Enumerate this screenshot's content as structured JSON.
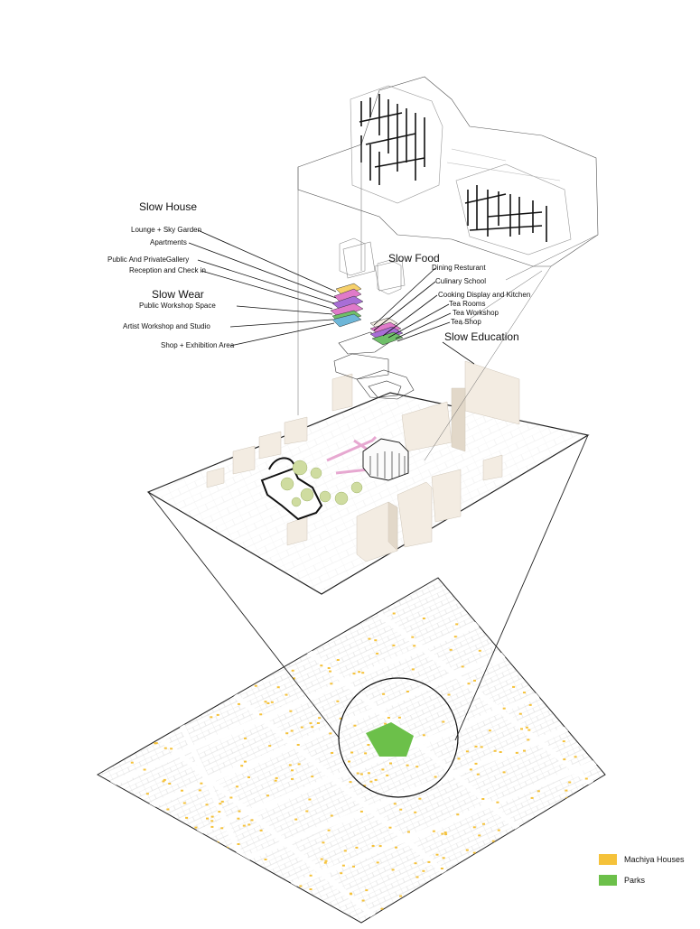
{
  "groups": [
    {
      "title": "Slow House",
      "items": [
        "Lounge + Sky Garden",
        "Apartments",
        "Public And PrivateGallery",
        "Reception and Check in"
      ]
    },
    {
      "title": "Slow Wear",
      "items": [
        "Public Workshop Space",
        "Artist Workshop and Studio",
        "Shop + Exhibition Area"
      ]
    },
    {
      "title": "Slow Food",
      "items": [
        "Dining Resturant",
        "Culinary School",
        "Cooking Display and Kitchen",
        "Tea Rooms",
        "Tea Workshop",
        "Tea Shop"
      ]
    },
    {
      "title": "Slow Education",
      "items": []
    }
  ],
  "legend": [
    {
      "label": "Machiya Houses",
      "color": "#f5c23a"
    },
    {
      "label": "Parks",
      "color": "#6cc04a"
    }
  ],
  "colors": {
    "machiya": "#f5c23a",
    "park": "#6cc04a",
    "program_pink": "#e07ac9",
    "program_purple": "#a86ed6",
    "program_green": "#6fbf69",
    "program_blue": "#6db6d8",
    "building": "#f3ece2",
    "line": "#222222"
  }
}
